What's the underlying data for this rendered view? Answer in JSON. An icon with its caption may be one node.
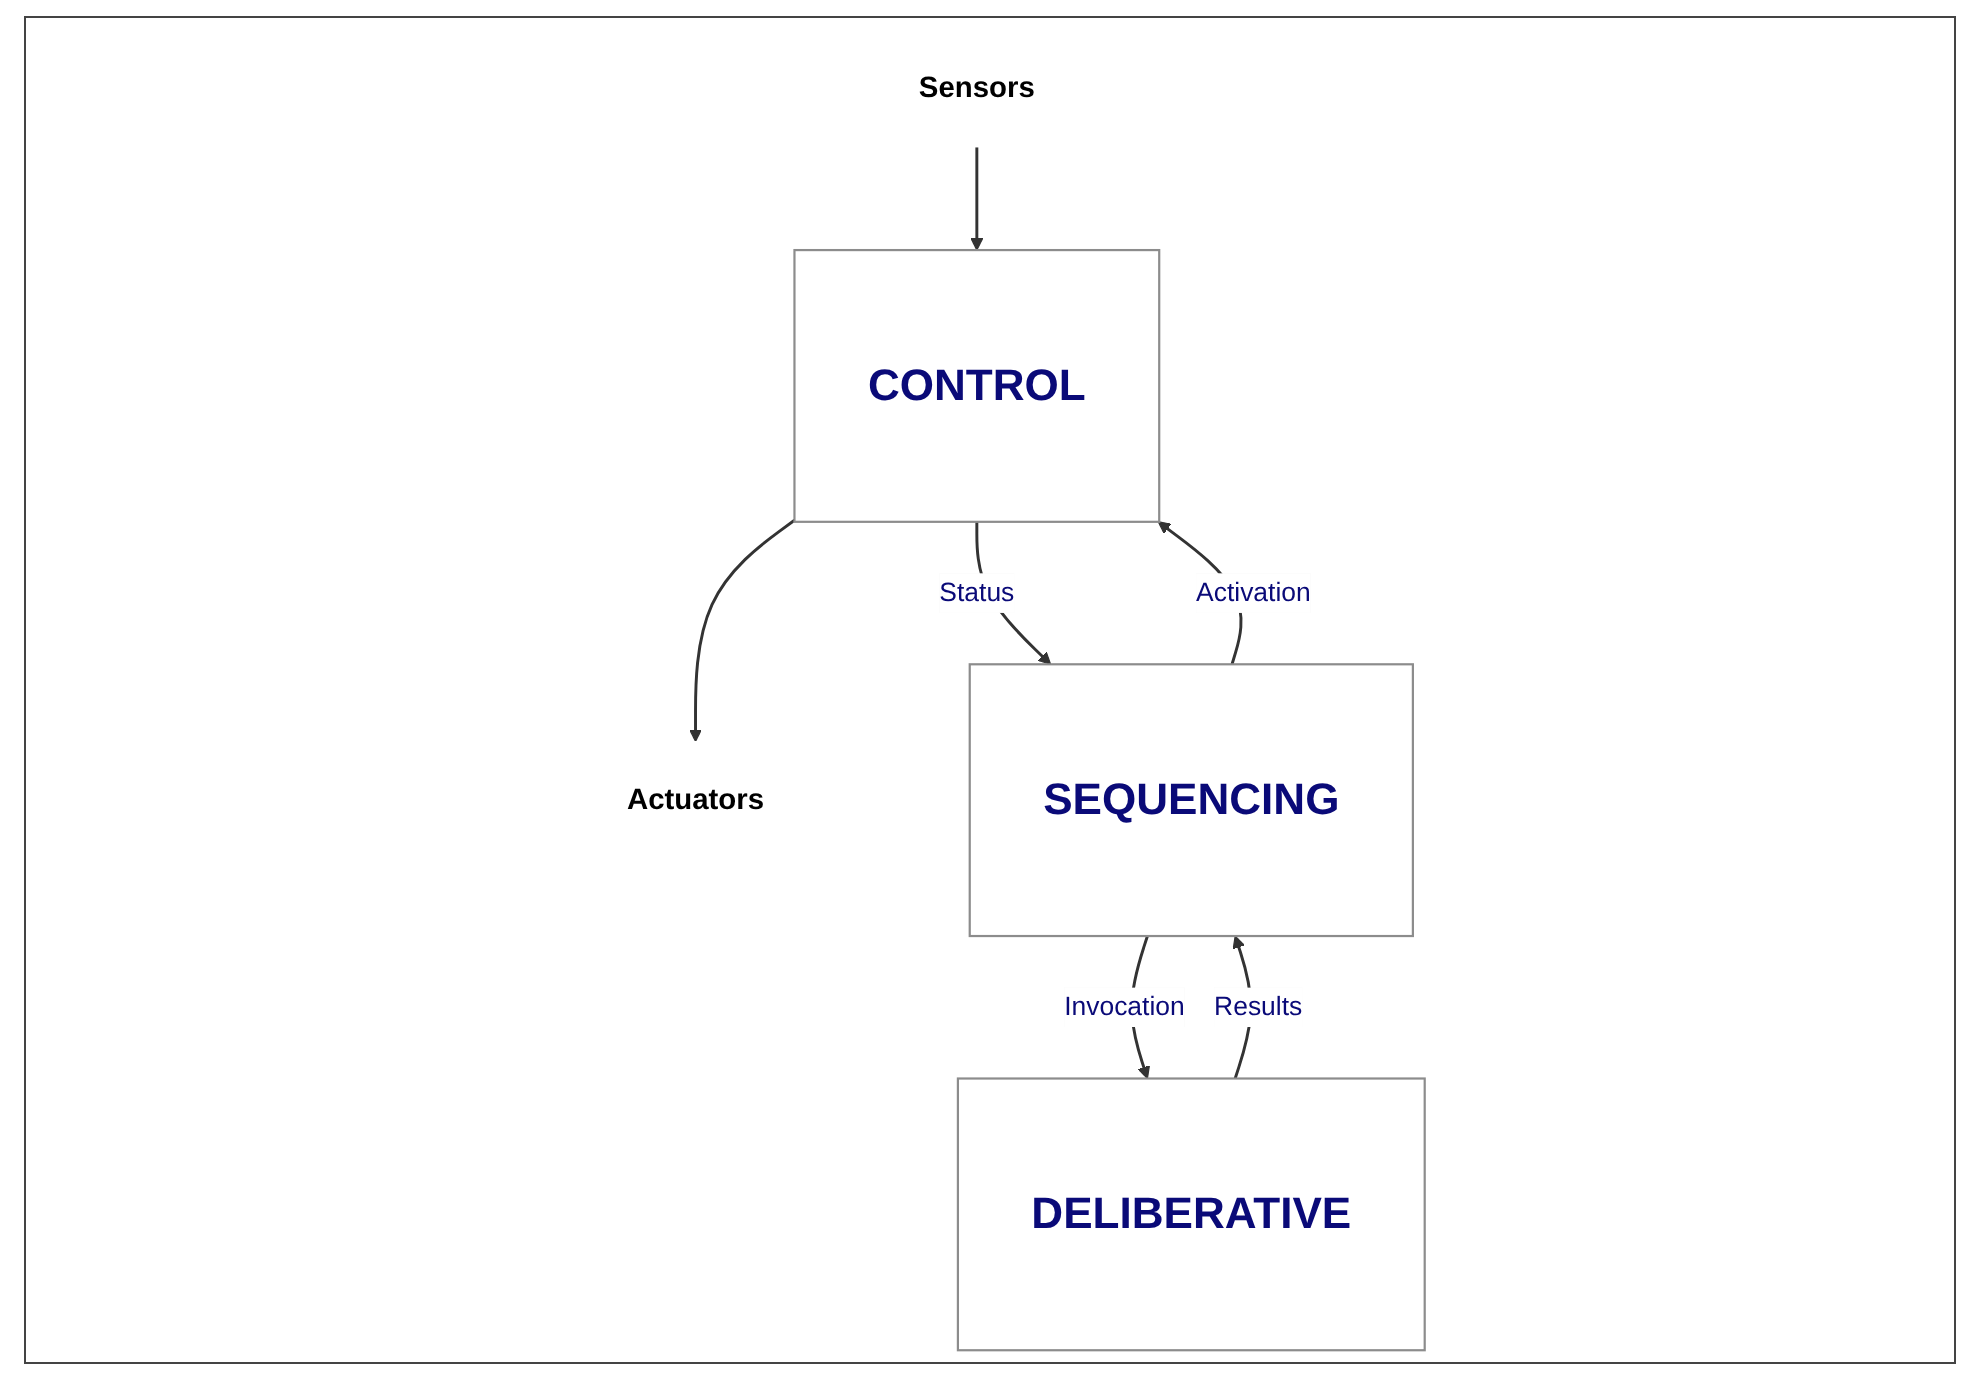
{
  "diagram": {
    "nodes": [
      {
        "text": [
          "Sensors"
        ]
      },
      {
        "text": [
          "CONTROL"
        ]
      },
      {
        "text": [
          "Actuators"
        ]
      },
      {
        "text": [
          "SEQUENCING"
        ]
      },
      {
        "text": [
          "DELIBERATIVE"
        ]
      }
    ],
    "edges": [
      {
        "from": 0,
        "to": 1,
        "arrow": "to"
      },
      {
        "from": 1,
        "to": 2,
        "arrow": "to"
      },
      {
        "from": 3,
        "to": 1,
        "arrow": "to",
        "label": "Activation"
      },
      {
        "from": 1,
        "to": 3,
        "arrow": "to",
        "label": "Status"
      },
      {
        "from": 4,
        "to": 3,
        "arrow": "to",
        "label": "Results"
      },
      {
        "from": 3,
        "to": 4,
        "arrow": "to",
        "label": "Invocation"
      }
    ]
  }
}
